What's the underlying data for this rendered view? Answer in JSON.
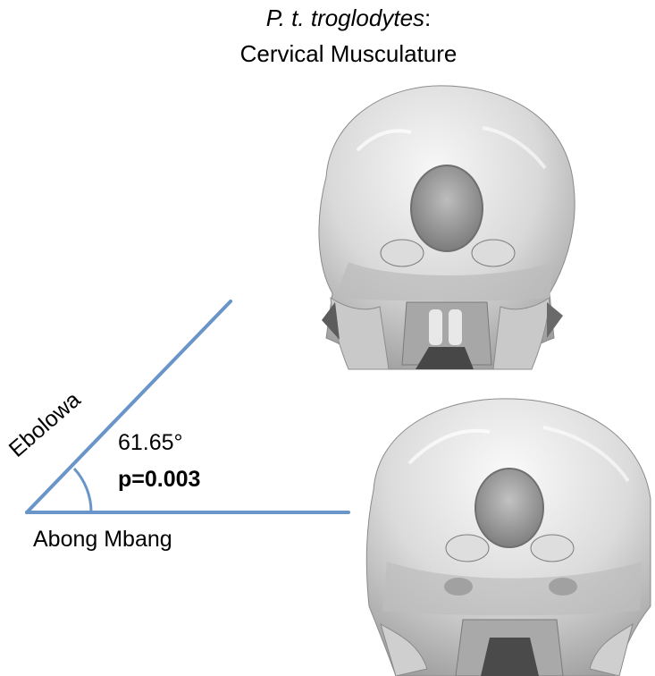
{
  "title": {
    "species": "P. t. troglodytes",
    "separator": ":",
    "subtitle": "Cervical Musculature"
  },
  "angle": {
    "arm_label": "Ebolowa",
    "base_label": "Abong Mbang",
    "value_text": "61.65°",
    "p_text": "p=0.003",
    "line_color": "#6a95c9"
  },
  "images": [
    {
      "icon": "skull-posterior-view-top"
    },
    {
      "icon": "skull-posterior-view-bottom"
    }
  ]
}
